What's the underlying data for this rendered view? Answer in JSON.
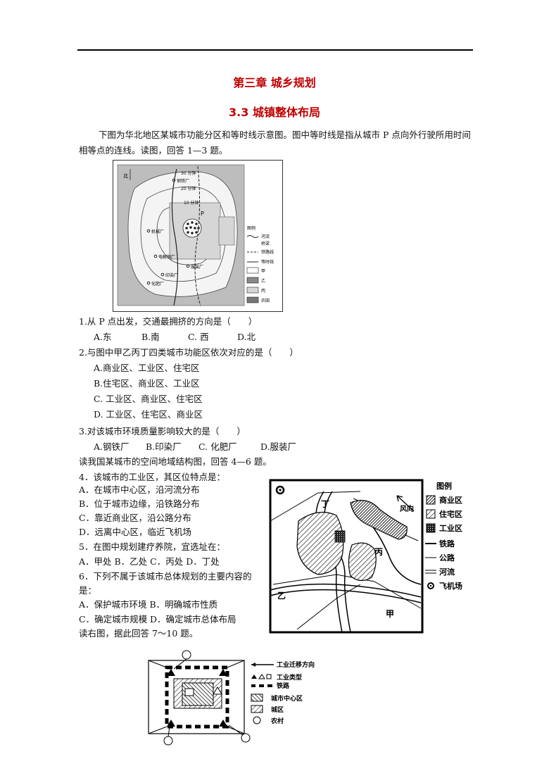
{
  "header": {
    "chapter_title": "第三章 城乡规划",
    "section_title": "3.3 城镇整体布局"
  },
  "intro": "下图为华北地区某城市功能分区和等时线示意图。图中等时线是指从城市 P 点向外行驶所用时间相等点的连线。读图，回答 1—3 题。",
  "figure1": {
    "north": "北",
    "isochrones": [
      "30 分钟",
      "20 分钟",
      "10 分钟"
    ],
    "point": "P",
    "factories": [
      "钢铁厂",
      "机械厂",
      "电解铜厂",
      "服装厂",
      "印染厂",
      "化肥厂"
    ],
    "legend_title": "图例",
    "legend": [
      "河流",
      "桥梁",
      "铁路线",
      "等时线",
      "甲",
      "乙",
      "丙",
      "农田"
    ]
  },
  "questions1": [
    {
      "stem": "1.从 P 点出发，交通最拥挤的方向是（　　）",
      "options": [
        "A.东",
        "B.南",
        "C. 西",
        "D.北"
      ]
    },
    {
      "stem": "2.与图中甲乙丙丁四类城市功能区依次对应的是（　　）",
      "options": [
        "A.商业区、工业区、住宅区",
        "B.住宅区、商业区、工业区",
        "C. 工业区、商业区、住宅区",
        "D. 工业区、住宅区、商业区"
      ]
    },
    {
      "stem": "3.对该城市环境质量影响较大的是（　　）",
      "options": [
        "A.钢铁厂",
        "B.印染厂",
        "C. 化肥厂",
        "D.服装厂"
      ]
    }
  ],
  "intro2": "读我国某城市的空间地域结构图，回答 4—6 题。",
  "questions2": [
    "4．该城市的工业区，其区位特点是：",
    "A．在城市中心区，沿河流分布",
    "B．位于城市边缘，沿铁路分布",
    "C．靠近商业区，沿公路分布",
    "D．远离中心区，临近飞机场",
    "5．在图中规划建疗养院，宜选址在：",
    "A．甲处 B．乙处 C．丙处 D．丁处",
    "6．下列不属于该城市总体规划的主要内容的",
    "是：",
    "A．保护城市环境 B．明确城市性质",
    "C．确定城市规模 D．确定城市总体布局",
    "读右图，据此回答 7～10 题。"
  ],
  "figure2": {
    "labels": [
      "丁",
      "风向",
      "丙",
      "乙",
      "甲"
    ],
    "legend_title": "图例",
    "legend": [
      "商业区",
      "住宅区",
      "工业区",
      "铁路",
      "公路",
      "河流",
      "飞机场"
    ]
  },
  "figure3": {
    "legend": [
      "工业迁移方向",
      "工业类型",
      "铁路",
      "城市中心区",
      "城区",
      "农村"
    ]
  }
}
